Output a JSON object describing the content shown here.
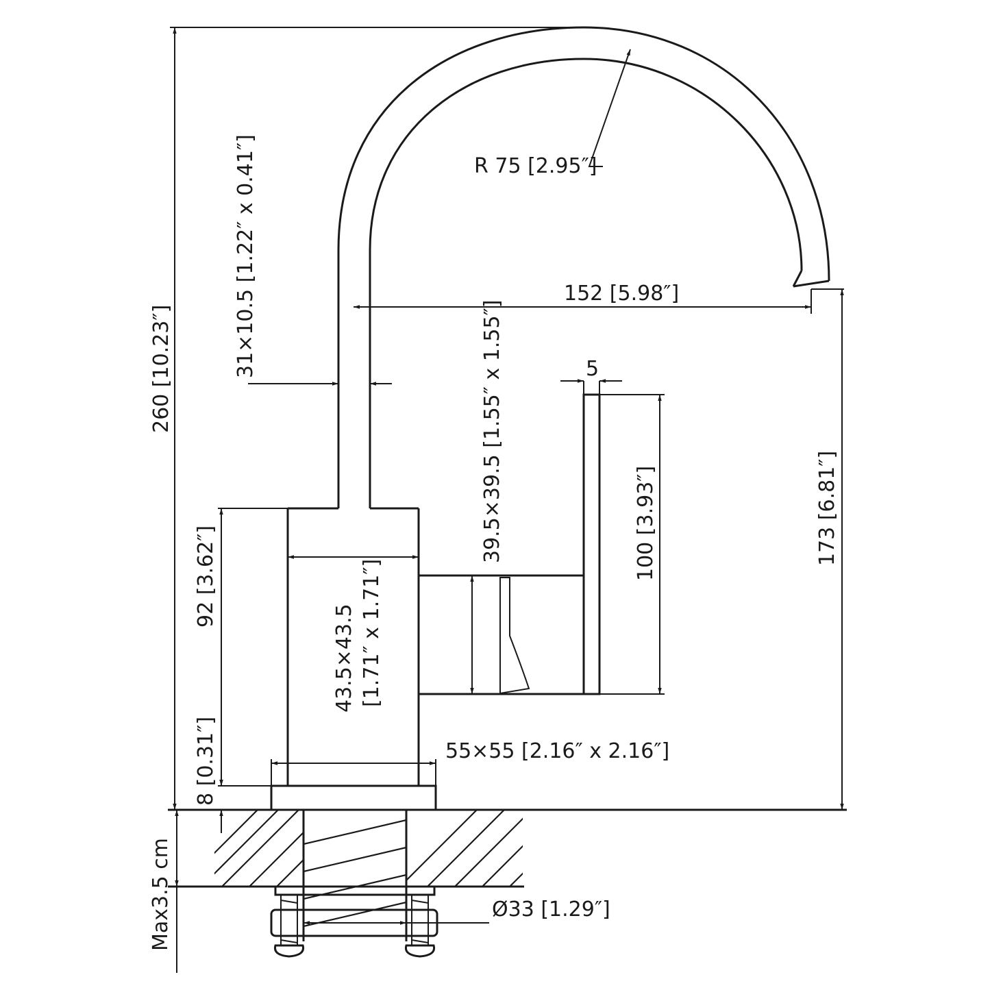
{
  "labels": {
    "radius": "R 75 [2.95″]",
    "spout_reach": "152 [5.98″]",
    "spout_section": "31×10.5 [1.22″ x 0.41″]",
    "handle_section": "39.5×39.5 [1.55″ x 1.55″]",
    "handle_thickness": "5",
    "handle_height": "100 [3.93″]",
    "total_height": "260 [10.23″]",
    "outlet_height": "173 [6.81″]",
    "body_height": "92 [3.62″]",
    "body_section_line1": "43.5×43.5",
    "body_section_line2": "[1.71″ x 1.71″]",
    "base_plate": "55×55 [2.16″ x 2.16″]",
    "base_height": "8 [0.31″]",
    "counter_thickness": "Max3.5 cm",
    "shank_diameter": "Ø33 [1.29″]"
  },
  "colors": {
    "line": "#1a1a1a",
    "background": "#ffffff"
  }
}
